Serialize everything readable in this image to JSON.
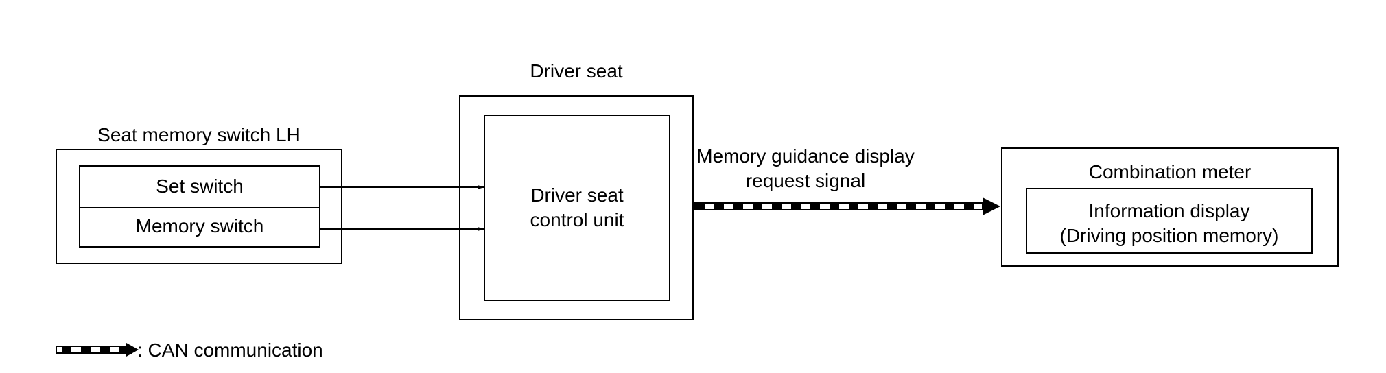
{
  "seat_memory_switch": {
    "title": "Seat memory switch LH",
    "set_switch": "Set switch",
    "memory_switch": "Memory switch"
  },
  "driver_seat": {
    "title": "Driver seat",
    "control_unit_line1": "Driver seat",
    "control_unit_line2": "control unit"
  },
  "signal": {
    "line1": "Memory guidance display",
    "line2": "request signal"
  },
  "combination_meter": {
    "title": "Combination meter",
    "display_line1": "Information display",
    "display_line2": "(Driving position memory)"
  },
  "legend": {
    "label": ": CAN communication"
  },
  "colors": {
    "stroke": "#000000",
    "background": "#ffffff"
  }
}
